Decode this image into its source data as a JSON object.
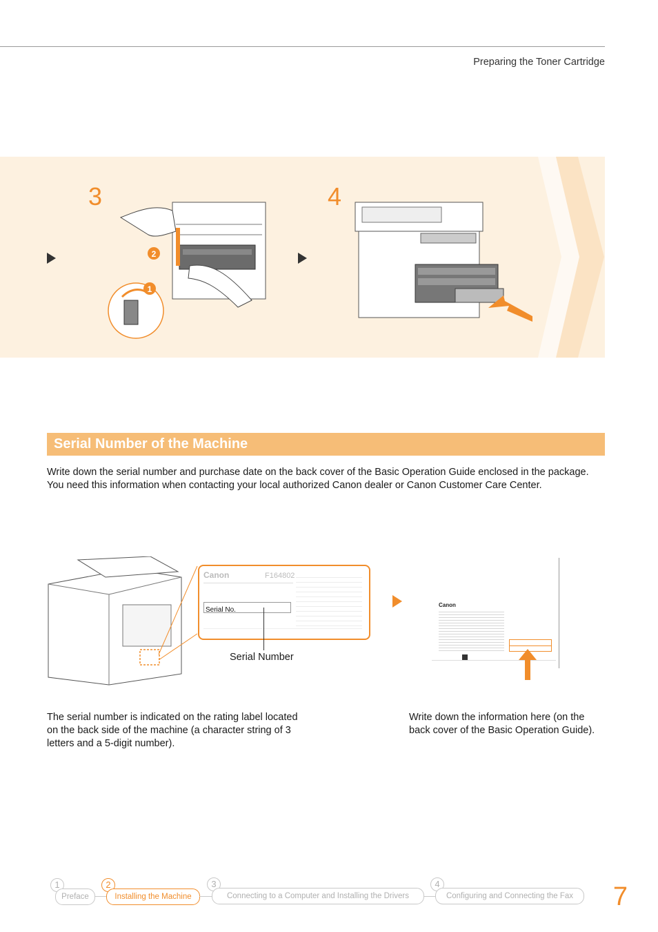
{
  "header": {
    "title": "Preparing the Toner Cartridge"
  },
  "steps": [
    {
      "number": "3"
    },
    {
      "number": "4"
    }
  ],
  "section": {
    "title": "Serial Number of the Machine",
    "body": "Write down the serial number and purchase date on the back cover of the Basic Operation Guide enclosed in the package. You need this information when contacting your local authorized Canon dealer or Canon Customer Care Center."
  },
  "figures": {
    "serial_callout": "Serial Number",
    "label_serial_text": "Serial No.",
    "label_brand": "Canon",
    "label_model": "F164802",
    "guide_brand": "Canon"
  },
  "captions": {
    "left": "The serial number is indicated on the rating label located on the back side of the machine (a character string of 3 letters and a 5-digit number).",
    "right": "Write down the information here (on the back cover of the Basic Operation Guide)."
  },
  "footer": {
    "nav": [
      {
        "num": "1",
        "label": "Preface"
      },
      {
        "num": "2",
        "label": "Installing the Machine"
      },
      {
        "num": "3",
        "label": "Connecting to a Computer and Installing the Drivers"
      },
      {
        "num": "4",
        "label": "Configuring and Connecting the Fax"
      }
    ],
    "page": "7"
  },
  "colors": {
    "accent": "#f18d2b",
    "band": "#fdf1e0",
    "section_bar": "#f6bd77"
  }
}
